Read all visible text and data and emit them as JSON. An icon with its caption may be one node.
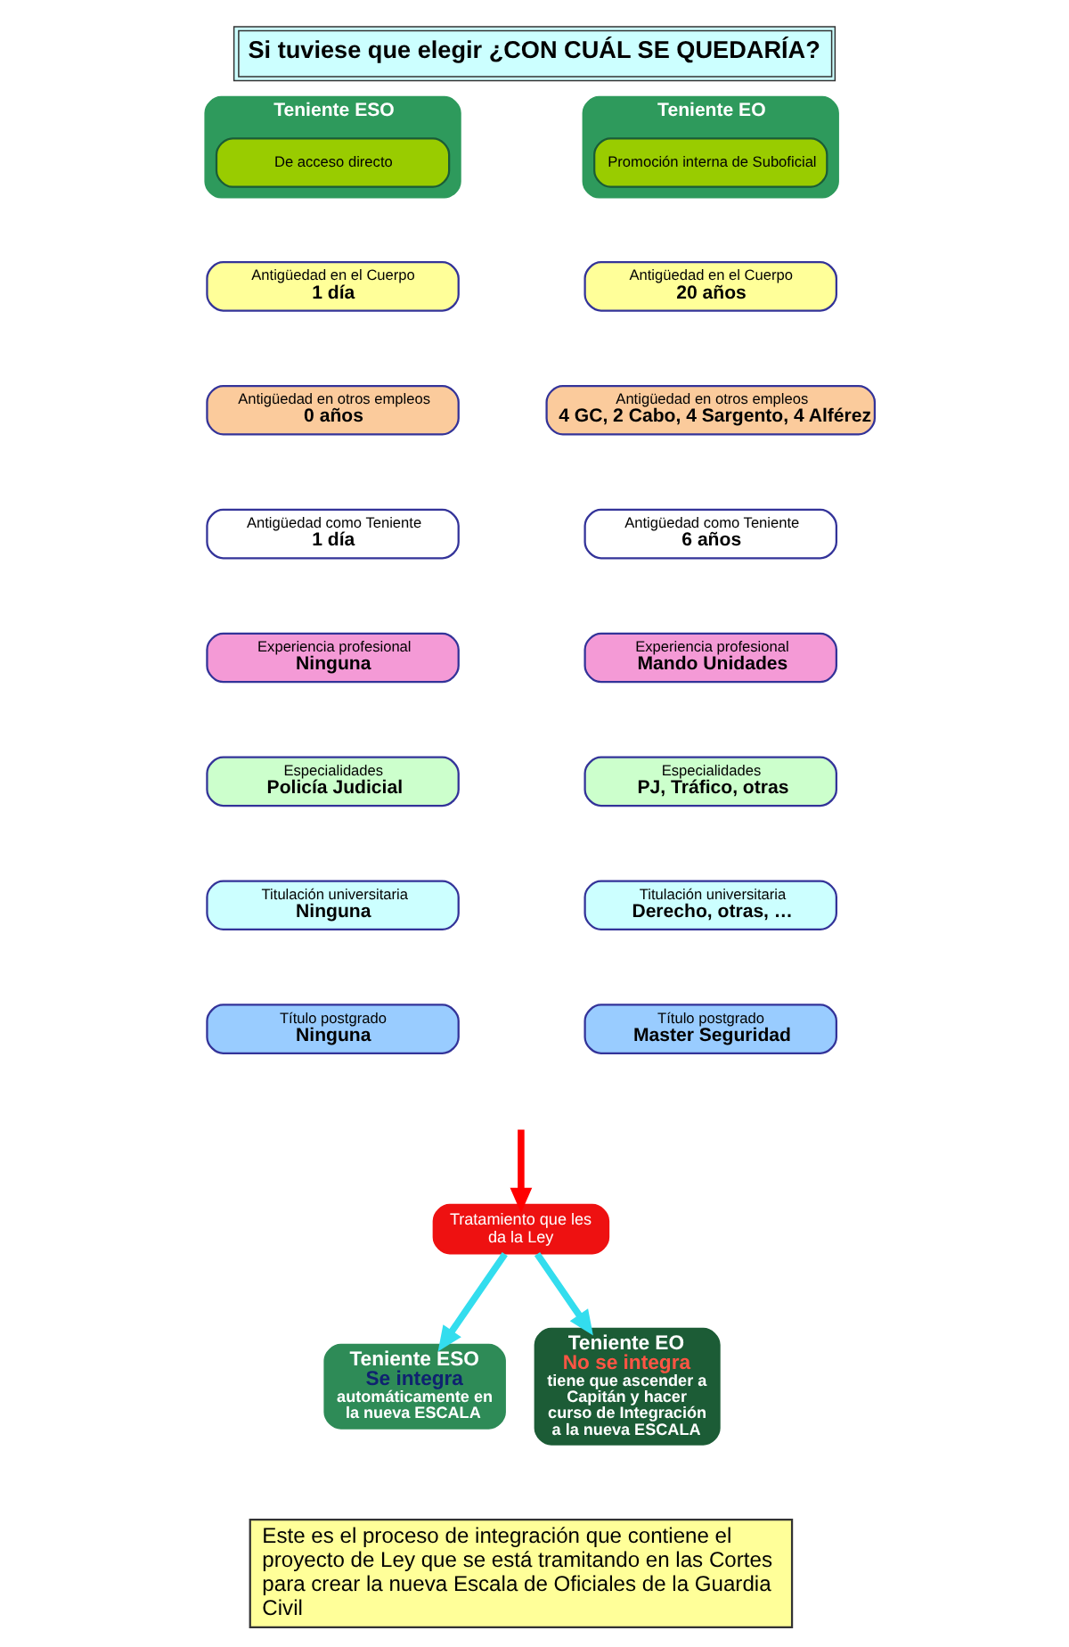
{
  "diagram": {
    "title": "Si tuviese que elegir ¿CON CUÁL SE QUEDARÍA?",
    "caption": "Este es el proceso de integración que contiene el proyecto de Ley que se está tramitando en las Cortes para crear la nueva Escala de Oficiales de la Guardia Civil",
    "nodes": [
      {
        "text": [
          "Teniente ESO"
        ]
      },
      {
        "text": [
          "De acceso directo"
        ],
        "in": 0
      },
      {
        "text": [
          "Teniente EO"
        ]
      },
      {
        "text": [
          "Promoción interna de Suboficial"
        ],
        "in": 2
      },
      {
        "text": [
          "Antigüedad en el Cuerpo",
          "1 día"
        ]
      },
      {
        "text": [
          "Antigüedad en el Cuerpo",
          "20 años"
        ]
      },
      {
        "text": [
          "Antigüedad en otros empleos",
          "0 años"
        ]
      },
      {
        "text": [
          "Antigüedad en otros empleos",
          "4 GC, 2 Cabo, 4 Sargento, 4 Alférez"
        ]
      },
      {
        "text": [
          "Antigüedad como Teniente",
          "1 día"
        ]
      },
      {
        "text": [
          "Antigüedad como Teniente",
          "6 años"
        ]
      },
      {
        "text": [
          "Experiencia profesional",
          "Ninguna"
        ]
      },
      {
        "text": [
          "Experiencia profesional",
          "Mando Unidades"
        ]
      },
      {
        "text": [
          "Especialidades",
          "Policía Judicial"
        ]
      },
      {
        "text": [
          "Especialidades",
          "PJ, Tráfico, otras"
        ]
      },
      {
        "text": [
          "Titulación universitaria",
          "Ninguna"
        ]
      },
      {
        "text": [
          "Titulación universitaria",
          "Derecho, otras, …"
        ]
      },
      {
        "text": [
          "Título postgrado",
          "Ninguna"
        ]
      },
      {
        "text": [
          "Título postgrado",
          "Master Seguridad"
        ]
      },
      {
        "text": [
          "Tratamiento que les da la Ley"
        ]
      },
      {
        "text": [
          "Teniente ESO",
          "Se integra",
          "automáticamente en la nueva ESCALA"
        ]
      },
      {
        "text": [
          "Teniente EO",
          "No se integra",
          "tiene que ascender a Capitán y hacer curso de Integración a la nueva ESCALA"
        ]
      }
    ],
    "edges": [
      {
        "from": null,
        "to": 18,
        "arrow": "to",
        "color": "#ff0000"
      },
      {
        "from": 18,
        "to": 19,
        "arrow": "to",
        "color": "#33ddee"
      },
      {
        "from": 18,
        "to": 20,
        "arrow": "to",
        "color": "#33ddee"
      }
    ]
  }
}
